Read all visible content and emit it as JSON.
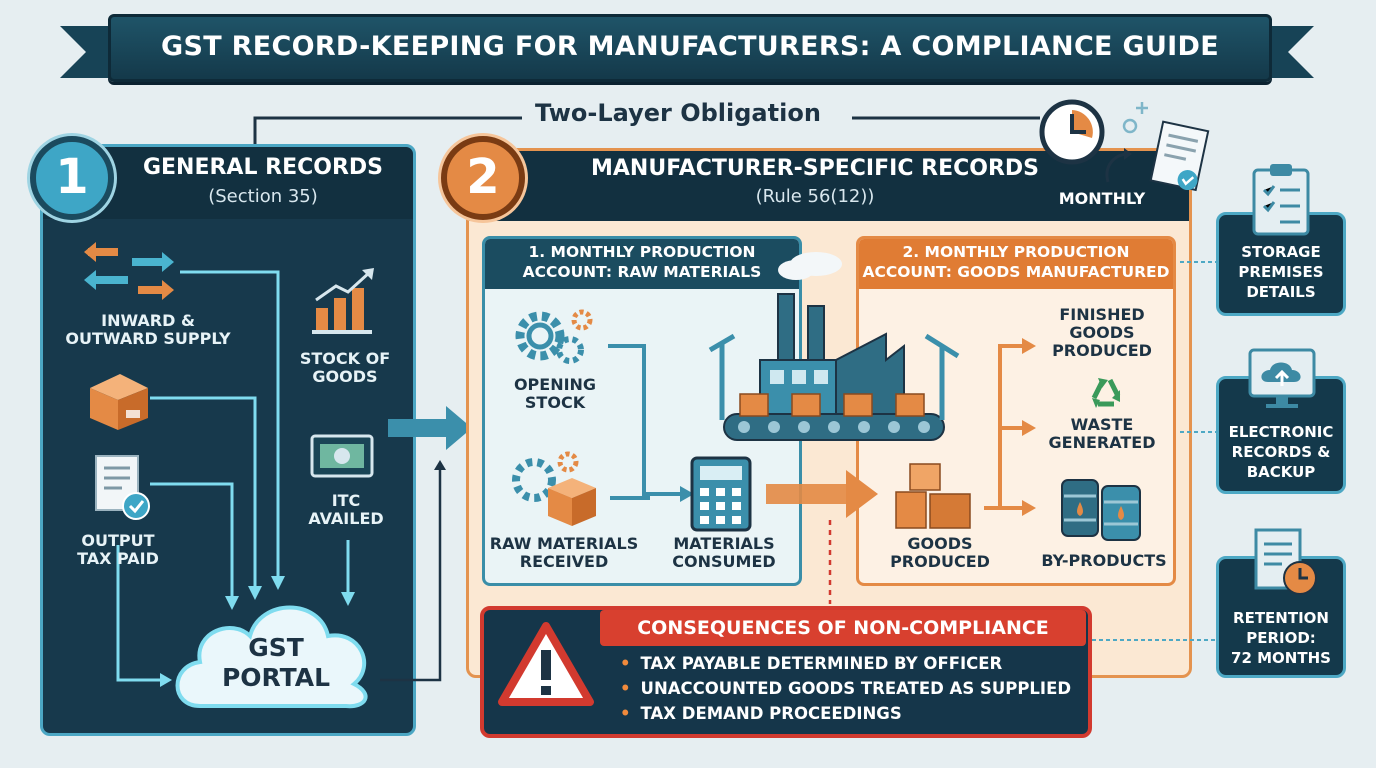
{
  "title": "GST RECORD-KEEPING FOR MANUFACTURERS: A COMPLIANCE GUIDE",
  "subheading": "Two-Layer Obligation",
  "section1": {
    "number": "1",
    "title": "GENERAL RECORDS",
    "subtitle": "(Section 35)",
    "items": [
      {
        "label": "INWARD & OUTWARD SUPPLY",
        "icon": "arrows-icon"
      },
      {
        "label": "STOCK OF GOODS",
        "icon": "bar-chart-icon"
      },
      {
        "label": "OUTPUT TAX PAID",
        "icon": "document-check-icon"
      },
      {
        "label": "ITC AVAILED",
        "icon": "cash-icon"
      }
    ],
    "portal_line1": "GST",
    "portal_line2": "PORTAL"
  },
  "section2": {
    "number": "2",
    "title": "MANUFACTURER-SPECIFIC RECORDS",
    "subtitle": "(Rule 56(12))",
    "frequency": "MONTHLY",
    "sub1": {
      "title_line1": "1. MONTHLY PRODUCTION",
      "title_line2": "ACCOUNT: RAW MATERIALS",
      "opening_stock": "OPENING STOCK",
      "raw_received": "RAW MATERIALS RECEIVED",
      "consumed": "MATERIALS CONSUMED"
    },
    "sub2": {
      "title_line1": "2. MONTHLY PRODUCTION",
      "title_line2": "ACCOUNT: GOODS MANUFACTURED",
      "finished": "FINISHED GOODS PRODUCED",
      "waste": "WASTE GENERATED",
      "goods_produced": "GOODS PRODUCED",
      "byproducts": "BY-PRODUCTS"
    }
  },
  "consequences": {
    "title": "CONSEQUENCES OF NON-COMPLIANCE",
    "bullets": [
      "TAX PAYABLE DETERMINED BY OFFICER",
      "UNACCOUNTED GOODS TREATED AS SUPPLIED",
      "TAX DEMAND PROCEEDINGS"
    ]
  },
  "side_cards": [
    {
      "line1": "STORAGE",
      "line2": "PREMISES",
      "line3": "DETAILS",
      "icon": "clipboard-icon"
    },
    {
      "line1": "ELECTRONIC",
      "line2": "RECORDS &",
      "line3": "BACKUP",
      "icon": "cloud-monitor-icon"
    },
    {
      "line1": "RETENTION",
      "line2": "PERIOD:",
      "line3": "72 MONTHS",
      "icon": "document-clock-icon"
    }
  ],
  "colors": {
    "navy": "#17394c",
    "teal": "#4ca7c4",
    "orange": "#e48a45",
    "red": "#d23a2f",
    "cream": "#fbe8d3"
  }
}
